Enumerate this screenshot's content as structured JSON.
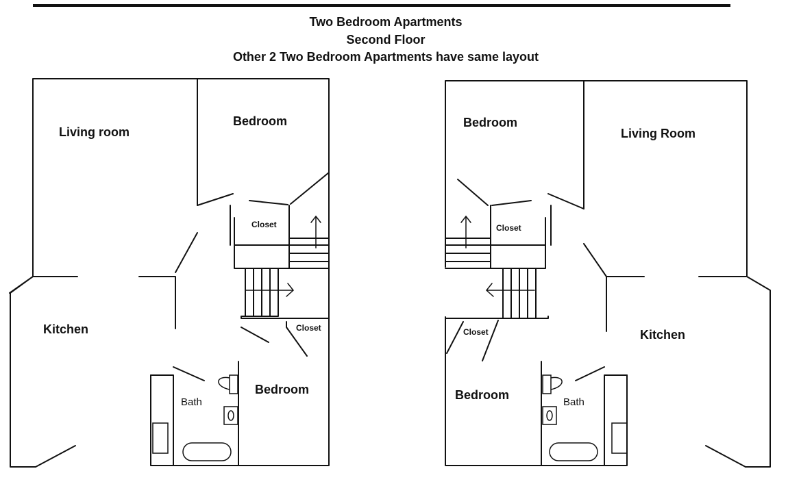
{
  "header": {
    "title_line1": "Two Bedroom Apartments",
    "title_line2": "Second Floor",
    "title_line3": "Other 2 Two Bedroom Apartments have same layout"
  },
  "left_unit": {
    "living": "Living room",
    "bedroom_top": "Bedroom",
    "closet_top": "Closet",
    "kitchen": "Kitchen",
    "closet_mid": "Closet",
    "bath": "Bath",
    "bedroom_bottom": "Bedroom"
  },
  "right_unit": {
    "bedroom_top": "Bedroom",
    "living": "Living Room",
    "closet_top": "Closet",
    "closet_mid": "Closet",
    "kitchen": "Kitchen",
    "bedroom_bottom": "Bedroom",
    "bath": "Bath"
  }
}
